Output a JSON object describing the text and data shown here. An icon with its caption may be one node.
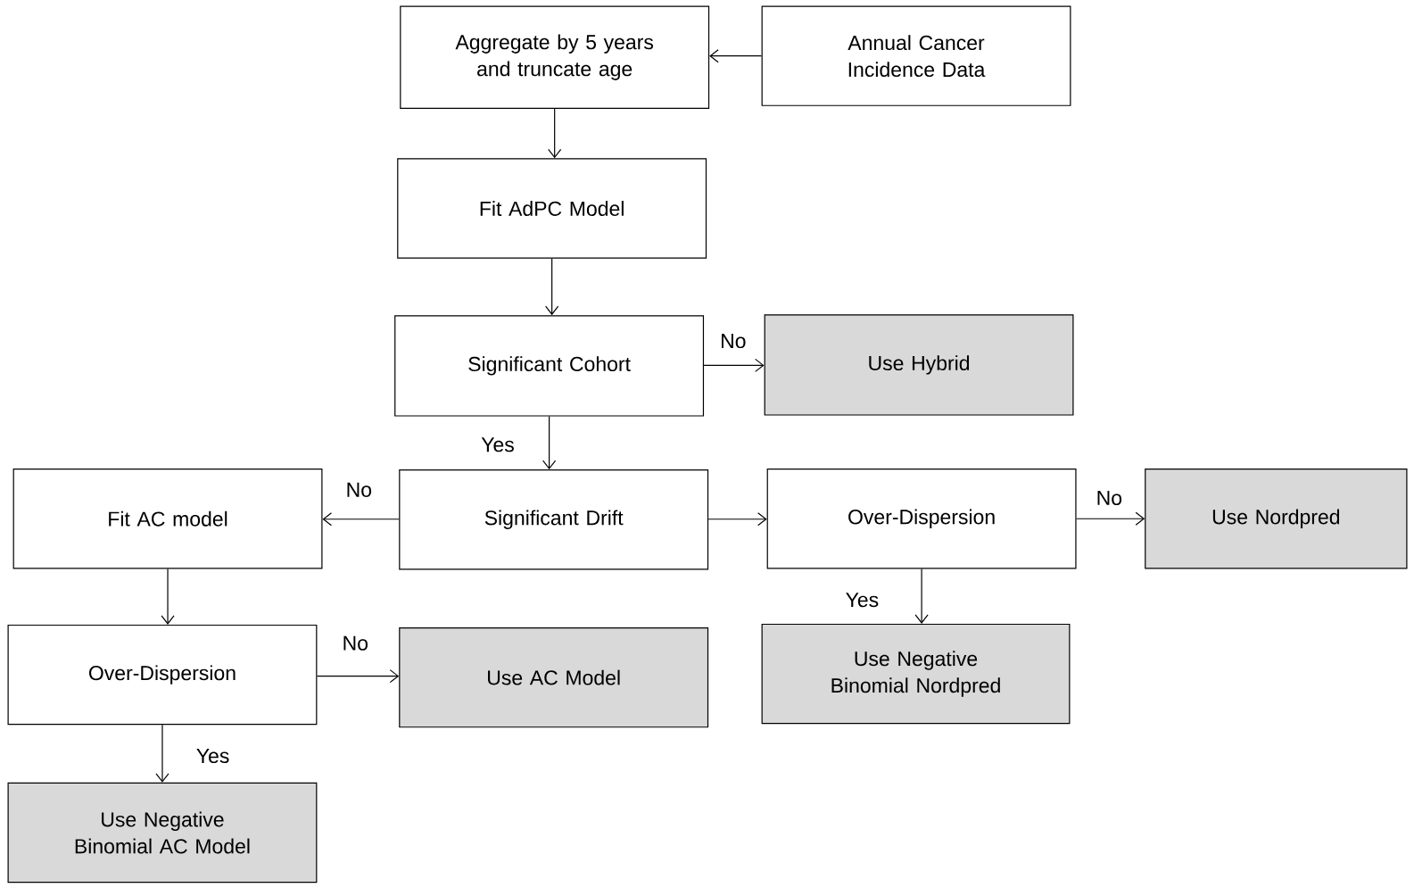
{
  "diagram": {
    "nodes": [
      {
        "text": [
          "Aggregate by 5 years and truncate age"
        ]
      },
      {
        "text": [
          "Annual Cancer Incidence Data"
        ]
      },
      {
        "text": [
          "Fit AdPC Model"
        ]
      },
      {
        "text": [
          "Significant Cohort"
        ]
      },
      {
        "text": [
          "Use Hybrid"
        ]
      },
      {
        "text": [
          "Fit AC model"
        ]
      },
      {
        "text": [
          "Significant Drift"
        ]
      },
      {
        "text": [
          "Over-Dispersion"
        ]
      },
      {
        "text": [
          "Use Nordpred"
        ]
      },
      {
        "text": [
          "Over-Dispersion"
        ]
      },
      {
        "text": [
          "Use AC Model"
        ]
      },
      {
        "text": [
          "Use Negative Binomial Nordpred"
        ]
      },
      {
        "text": [
          "Use Negative Binomial AC Model"
        ]
      }
    ],
    "edges": [
      {
        "from": 1,
        "to": 0,
        "arrow": "to"
      },
      {
        "from": 0,
        "to": 2,
        "arrow": "to"
      },
      {
        "from": 2,
        "to": 3,
        "arrow": "to"
      },
      {
        "from": 3,
        "to": 4,
        "arrow": "to",
        "label": "No"
      },
      {
        "from": 3,
        "to": 6,
        "arrow": "to",
        "label": "Yes"
      },
      {
        "from": 6,
        "to": 5,
        "arrow": "to",
        "label": "No"
      },
      {
        "from": 6,
        "to": 7,
        "arrow": "to"
      },
      {
        "from": 7,
        "to": 8,
        "arrow": "to",
        "label": "No"
      },
      {
        "from": 7,
        "to": 11,
        "arrow": "to",
        "label": "Yes"
      },
      {
        "from": 5,
        "to": 9,
        "arrow": "to"
      },
      {
        "from": 9,
        "to": 10,
        "arrow": "to",
        "label": "No"
      },
      {
        "from": 9,
        "to": 12,
        "arrow": "to",
        "label": "Yes"
      }
    ]
  }
}
